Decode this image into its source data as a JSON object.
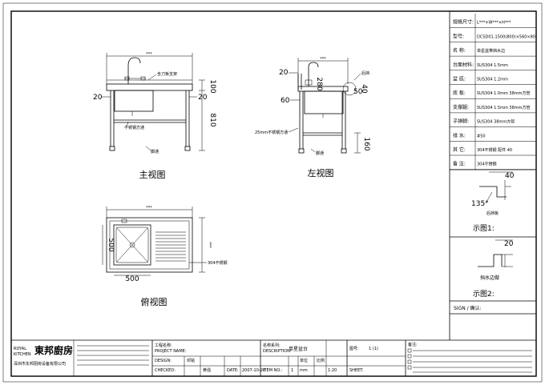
{
  "views": {
    "front": {
      "caption": "主视图",
      "callout_top": "含刀板支架",
      "callout_mid": "不锈钢方通",
      "callout_leg": "脚通",
      "dim_left": "20",
      "dim_right": "20",
      "dim_height_top": "100",
      "dim_height": "810",
      "dim_top": "***"
    },
    "side": {
      "caption": "左视图",
      "dim_a": "20",
      "dim_b": "60",
      "dim_c": "280",
      "dim_d": "50",
      "dim_e": "40",
      "dim_h": "160",
      "callout_mid": "25mm不锈钢方通",
      "callout_leg": "脚通",
      "callout_top": "后挡",
      "dim_top": "***"
    },
    "plan": {
      "caption": "俯视图",
      "dim_sink_w": "500",
      "dim_sink_h": "500",
      "callout": "304不锈钢",
      "dim_top": "***",
      "dim_side": "***"
    }
  },
  "spec_table": {
    "rows": [
      {
        "label": "规格尺寸:",
        "value": "L***×W***×H***"
      },
      {
        "label": "型号:",
        "value": "DCSD01-1500(800)×560×80"
      },
      {
        "label": "名  称:",
        "value": "单星盆带挡水边"
      },
      {
        "label": "台面材料:",
        "value": "SUS304 1.5mm"
      },
      {
        "label": "盆  底:",
        "value": "SUS304 1.2mm"
      },
      {
        "label": "底  板:",
        "value": "SUS304 1.0mm 38mm方管"
      },
      {
        "label": "支撑腿:",
        "value": "SUS304 1.5mm 38mm方管"
      },
      {
        "label": "子弹脚:",
        "value": "SUS304 38mm方管"
      },
      {
        "label": "排  水:",
        "value": "#50"
      },
      {
        "label": "其  它:",
        "value": "304不锈钢 配件 40"
      },
      {
        "label": "备  注:",
        "value": "304不锈钢"
      }
    ]
  },
  "details": {
    "d1": {
      "dim": "40",
      "angle": "135°",
      "note": "后挡板",
      "caption": "示图1:"
    },
    "d2": {
      "dim": "20",
      "note": "挡水边做",
      "caption": "示图2:"
    },
    "sign": "SIGN / 确认:"
  },
  "title_block": {
    "brand_en_1": "ROYAL",
    "brand_en_2": "KITCHEN",
    "brand_cn": "東邦廚房",
    "company_line": "深圳市东邦厨房设备有限公司",
    "project_label": "工程名称:",
    "project_label_en": "PROJECT NAME:",
    "design_label": "DESIGN:",
    "design_value": "邓铭",
    "check_label": "CHECKED:",
    "check_value": "黄强",
    "date_label": "DATE:",
    "date_value": "2007-10-28",
    "desc_label": "名称系列:",
    "desc_label_en": "DESCRIPTION:",
    "desc_value": "单星盆台",
    "item_label": "ITEM NO.:",
    "item_value": "1",
    "unit_label": "单位",
    "unit_value": "mm",
    "scale_label": "比例",
    "scale_value": "1:20",
    "dwg_label": "图号:",
    "dwg_value": "1 (1)",
    "sheet_label": "SHEET:",
    "notes_label": "备注:"
  }
}
